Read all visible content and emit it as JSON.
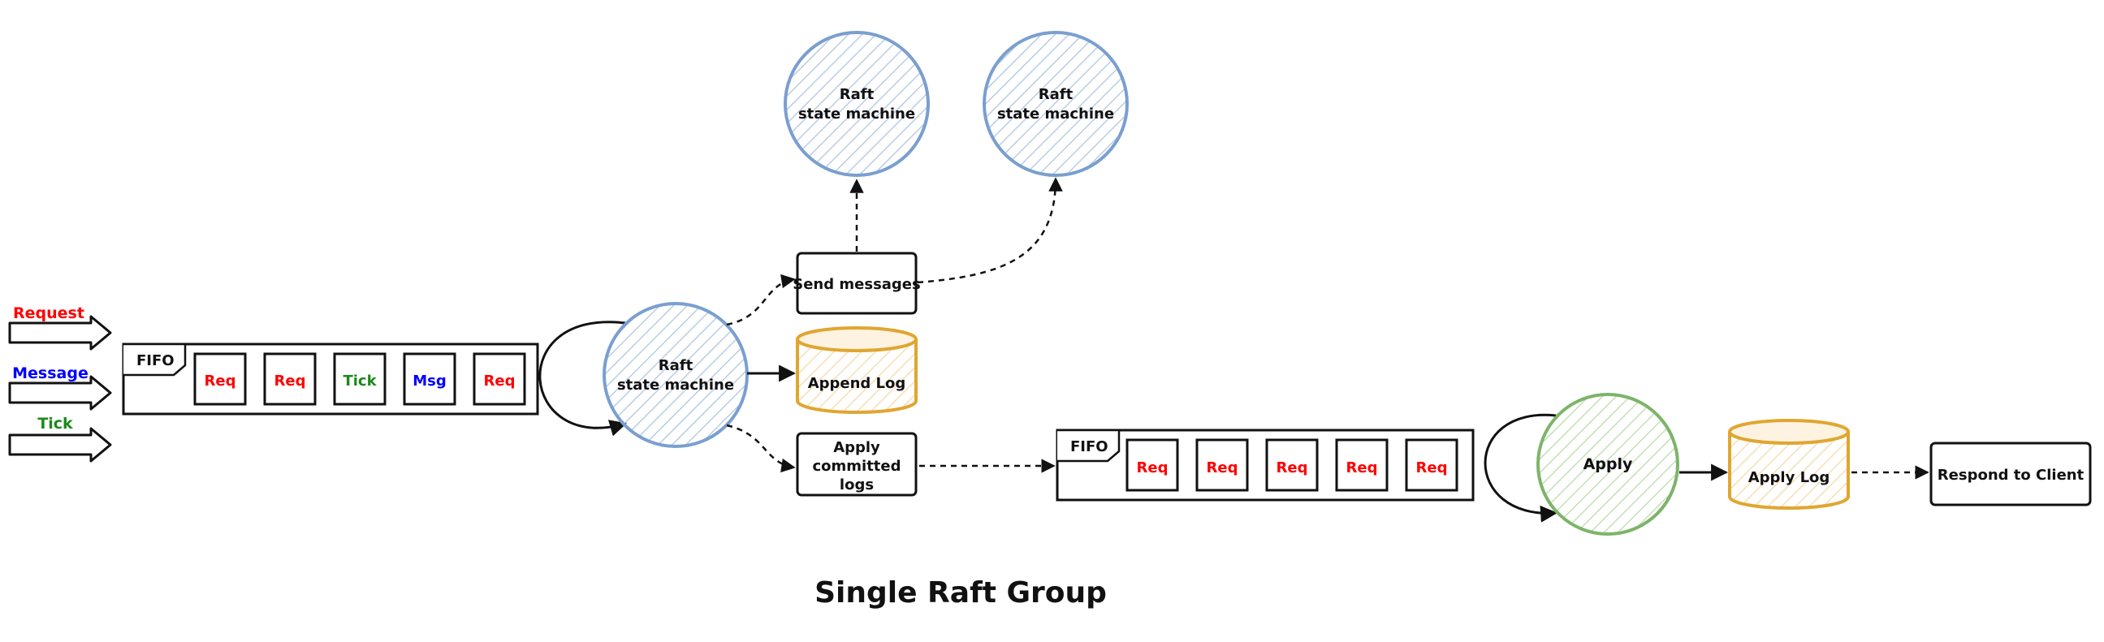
{
  "inputs": {
    "request": {
      "label": "Request",
      "color": "#ff0000"
    },
    "message": {
      "label": "Message",
      "color": "#0000ff"
    },
    "tick": {
      "label": "Tick",
      "color": "#1b8a1b"
    }
  },
  "queue1": {
    "label": "FIFO",
    "items": [
      {
        "text": "Req",
        "color": "#ff0000"
      },
      {
        "text": "Req",
        "color": "#ff0000"
      },
      {
        "text": "Tick",
        "color": "#1b8a1b"
      },
      {
        "text": "Msg",
        "color": "#0000ff"
      },
      {
        "text": "Req",
        "color": "#ff0000"
      }
    ]
  },
  "raft_main": {
    "line1": "Raft",
    "line2": "state machine"
  },
  "raft_peer1": {
    "line1": "Raft",
    "line2": "state machine"
  },
  "raft_peer2": {
    "line1": "Raft",
    "line2": "state machine"
  },
  "send_messages": "Send messages",
  "append_log": "Append Log",
  "apply_committed": {
    "line1": "Apply",
    "line2": "committed",
    "line3": "logs"
  },
  "queue2": {
    "label": "FIFO",
    "items": [
      {
        "text": "Req",
        "color": "#ff0000"
      },
      {
        "text": "Req",
        "color": "#ff0000"
      },
      {
        "text": "Req",
        "color": "#ff0000"
      },
      {
        "text": "Req",
        "color": "#ff0000"
      },
      {
        "text": "Req",
        "color": "#ff0000"
      }
    ]
  },
  "apply": "Apply",
  "apply_log": "Apply Log",
  "respond": "Respond to Client",
  "title": "Single Raft Group",
  "colors": {
    "raft_blue": "#7a9fcf",
    "apply_green": "#7db46a",
    "log_orange": "#e0a630",
    "stroke": "#111111"
  }
}
